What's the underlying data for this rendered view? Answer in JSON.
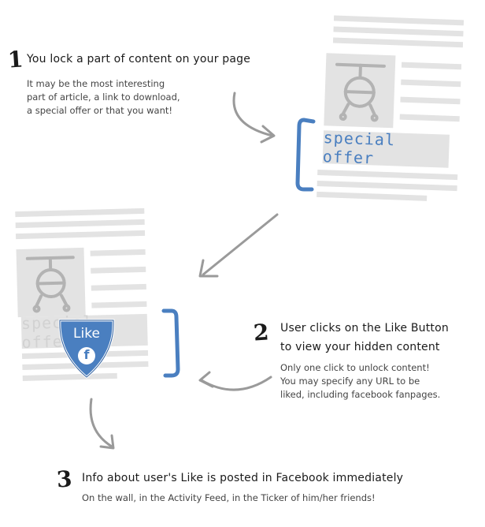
{
  "steps": [
    {
      "number": "1",
      "title": "You lock a part of content on your page",
      "description": [
        "It may be the most interesting",
        "part of article, a link to download,",
        "a special offer or that you want!"
      ]
    },
    {
      "number": "2",
      "title": [
        "User clicks on the Like Button",
        "to view your hidden content"
      ],
      "description": [
        "Only one click to unlock content!",
        "You may specify any URL to be",
        "liked, including facebook fanpages."
      ]
    },
    {
      "number": "3",
      "title": "Info about user's Like is posted in Facebook immediately",
      "description": "On the wall, in the Activity Feed, in the Ticker of him/her friends!"
    }
  ],
  "mockup_top": {
    "offer_text": "special offer"
  },
  "mockup_bottom": {
    "offer_text": "special offer",
    "like_badge_label": "Like",
    "facebook_letter": "f"
  },
  "colors": {
    "accent_blue": "#4a7fc0",
    "placeholder_gray": "#e3e3e3",
    "arrow_gray": "#9a9a9a"
  },
  "icons": [
    "helicopter-icon",
    "facebook-icon",
    "curved-arrow-icon",
    "bracket-icon"
  ]
}
